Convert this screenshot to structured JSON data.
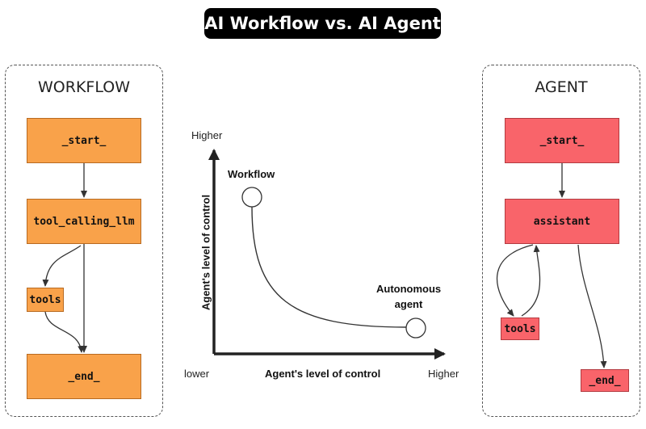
{
  "title": "AI Workflow vs. AI Agent",
  "workflow": {
    "title": "WORKFLOW",
    "nodes": {
      "start": "_start_",
      "llm": "tool_calling_llm",
      "tools": "tools",
      "end": "_end_"
    }
  },
  "agent": {
    "title": "AGENT",
    "nodes": {
      "start": "_start_",
      "assistant": "assistant",
      "tools": "tools",
      "end": "_end_"
    }
  },
  "plot": {
    "y_high": "Higher",
    "x_low": "lower",
    "x_high": "Higher",
    "x_axis_label": "Agent's level of control",
    "y_axis_label": "Agent's level of control",
    "point_workflow": "Workflow",
    "point_agent_line1": "Autonomous",
    "point_agent_line2": "agent"
  },
  "colors": {
    "workflow_node": "#f9a24a",
    "agent_node": "#f9646a"
  }
}
